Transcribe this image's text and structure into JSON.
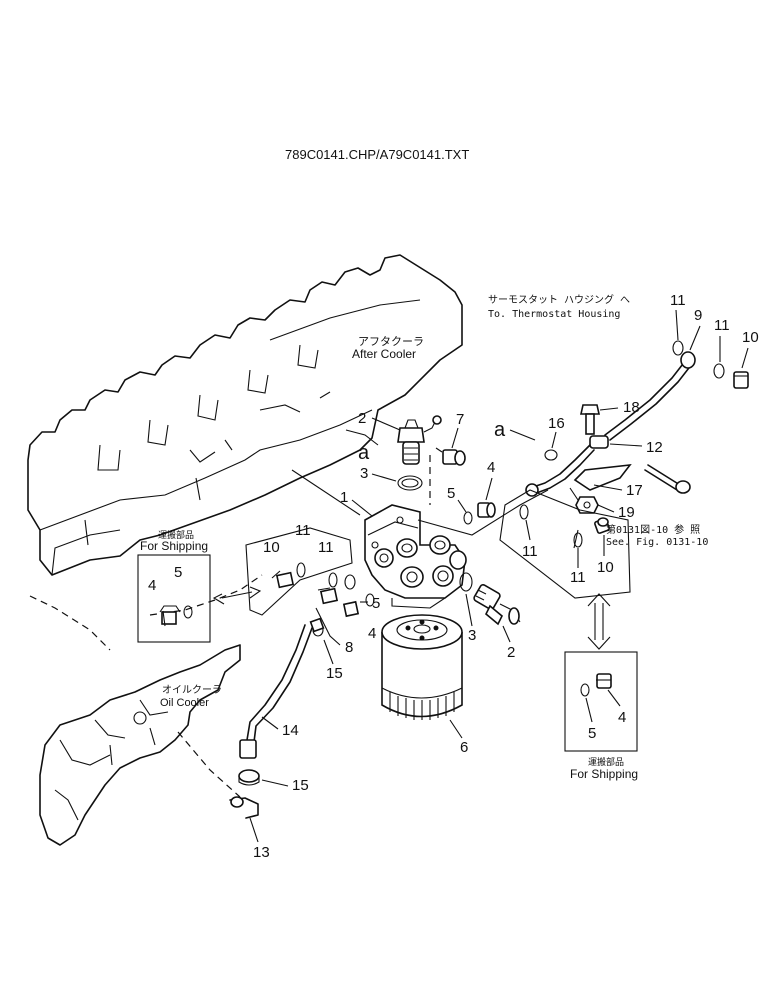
{
  "header": {
    "file_ref": "789C0141.CHP/A79C0141.TXT"
  },
  "labels": {
    "after_cooler_jp": "アフタクーラ",
    "after_cooler_en": "After Cooler",
    "oil_cooler_jp": "オイルクーラ",
    "oil_cooler_en": "Oil Cooler",
    "shipping_jp_left": "運搬部品",
    "shipping_en_left": "For Shipping",
    "shipping_jp_right": "運搬部品",
    "shipping_en_right": "For Shipping",
    "thermostat_jp": "サーモスタット ハウジング へ",
    "thermostat_en": "To. Thermostat Housing",
    "see_fig_jp": "第0131図-10 参 照",
    "see_fig_en": "See. Fig. 0131-10",
    "ref_a_top": "a",
    "ref_a_mid": "a"
  },
  "callouts": {
    "c1": "1",
    "c2a": "2",
    "c2b": "2",
    "c3a": "3",
    "c3b": "3",
    "c4a": "4",
    "c4b": "4",
    "c4c": "4",
    "c4d": "4",
    "c5a": "5",
    "c5b": "5",
    "c5c": "5",
    "c5d": "5",
    "c6": "6",
    "c7": "7",
    "c8": "8",
    "c9": "9",
    "c10a": "10",
    "c10b": "10",
    "c10c": "10",
    "c11a": "11",
    "c11b": "11",
    "c11c": "11",
    "c11d": "11",
    "c11e": "11",
    "c11f": "11",
    "c12": "12",
    "c13": "13",
    "c14": "14",
    "c15a": "15",
    "c15b": "15",
    "c16": "16",
    "c17": "17",
    "c18": "18",
    "c19": "19"
  }
}
